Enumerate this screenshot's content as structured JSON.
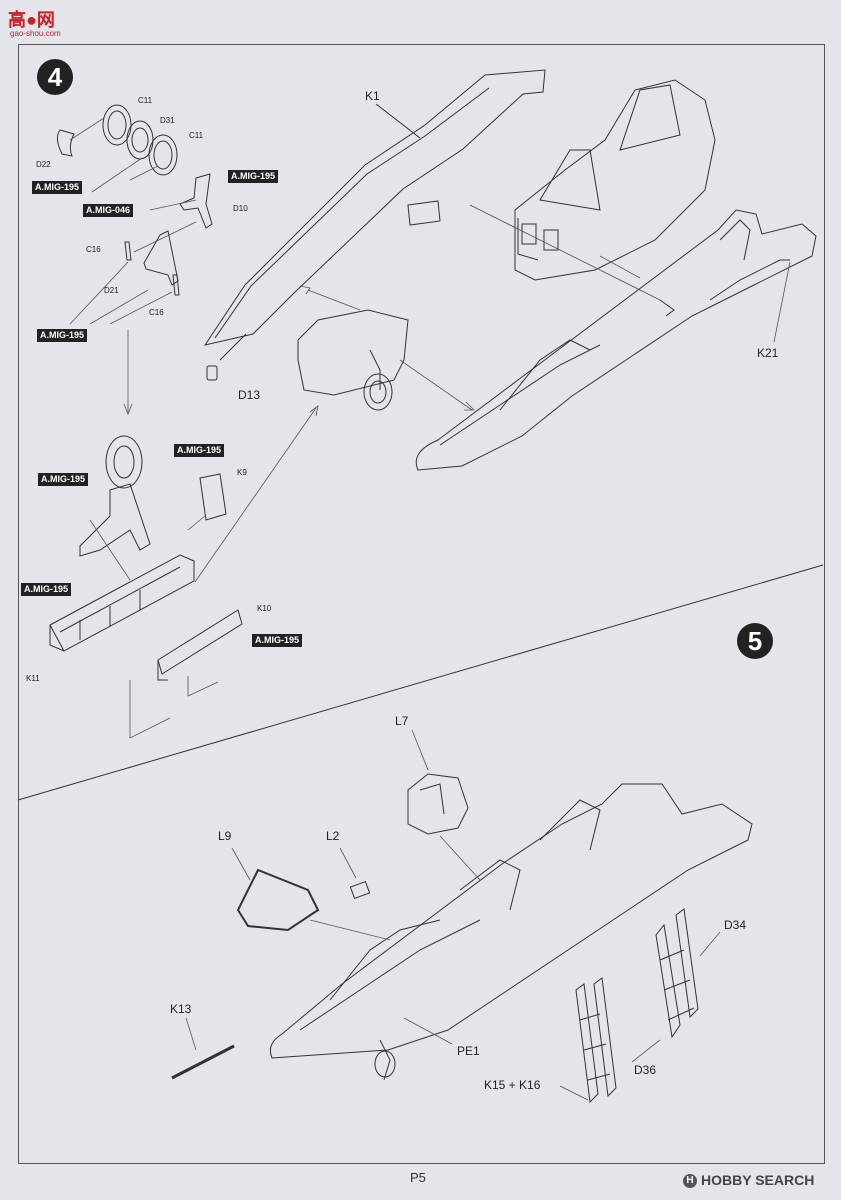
{
  "site": {
    "logo_text": "高●网",
    "logo_url_text": "gao-shou.com"
  },
  "steps": [
    "4",
    "5"
  ],
  "step4": {
    "parts": {
      "c11a": "C11",
      "d31": "D31",
      "c11b": "C11",
      "d22": "D22",
      "d10": "D10",
      "c16a": "C16",
      "d21": "D21",
      "c16b": "C16",
      "k1": "K1",
      "d13": "D13",
      "k21": "K21",
      "k9": "K9",
      "k10": "K10",
      "k11": "K11"
    },
    "tags": {
      "t1": "A.MIG-195",
      "t2": "A.MIG-046",
      "t3": "A.MIG-195",
      "t4": "A.MIG-195",
      "t5": "A.MIG-195",
      "t6": "A.MIG-195",
      "t7": "A.MIG-195",
      "t8": "A.MIG-195"
    }
  },
  "step5": {
    "parts": {
      "l7": "L7",
      "l9": "L9",
      "l2": "L2",
      "d34": "D34",
      "k13": "K13",
      "pe1": "PE1",
      "d36": "D36",
      "k15k16": "K15 + K16"
    }
  },
  "footer": {
    "page_number": "P5",
    "watermark": "HOBBY SEARCH",
    "watermark_icon": "H"
  }
}
